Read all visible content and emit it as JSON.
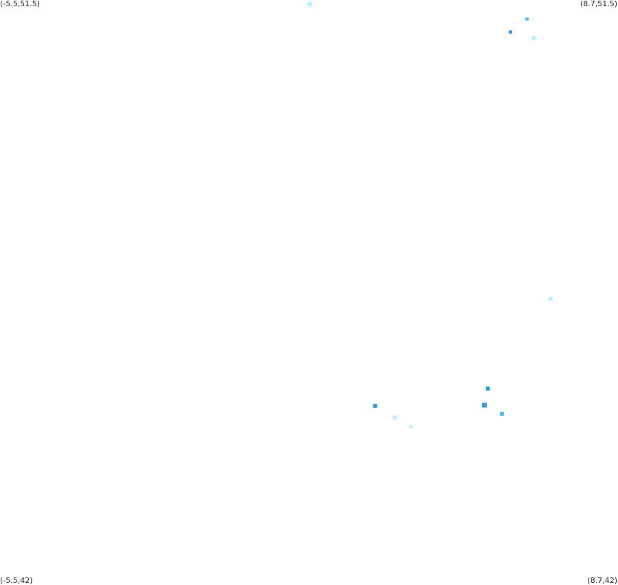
{
  "corners": {
    "top_left": "(-5.5,51.5)",
    "top_right": "(8.7,51.5)",
    "bottom_left": "(-5.5,42)",
    "bottom_right": "(8.7,42)"
  },
  "extent": {
    "lon_min": -5.5,
    "lon_max": 8.7,
    "lat_min": 42,
    "lat_max": 51.5
  },
  "points": [
    {
      "lon": 1.62,
      "lat": 51.43,
      "color": "#b8f4ff",
      "size": "large"
    },
    {
      "lon": 6.61,
      "lat": 51.19,
      "color": "#5cc6f0",
      "size": "small"
    },
    {
      "lon": 6.23,
      "lat": 50.98,
      "color": "#2f9fe6",
      "size": "small"
    },
    {
      "lon": 6.76,
      "lat": 50.88,
      "color": "#b8f4ff",
      "size": "medium"
    },
    {
      "lon": 7.15,
      "lat": 46.65,
      "color": "#b8f4ff",
      "size": "medium"
    },
    {
      "lon": 5.71,
      "lat": 45.19,
      "color": "#2f9fe6",
      "size": "medium"
    },
    {
      "lon": 5.63,
      "lat": 44.92,
      "color": "#2f9fe6",
      "size": "large"
    },
    {
      "lon": 6.03,
      "lat": 44.78,
      "color": "#55c2f2",
      "size": "medium"
    },
    {
      "lon": 3.12,
      "lat": 44.91,
      "color": "#2f9fe6",
      "size": "medium"
    },
    {
      "lon": 3.57,
      "lat": 44.72,
      "color": "#b8f4ff",
      "size": "medium"
    },
    {
      "lon": 3.94,
      "lat": 44.57,
      "color": "#b8f4ff",
      "size": "small"
    }
  ]
}
